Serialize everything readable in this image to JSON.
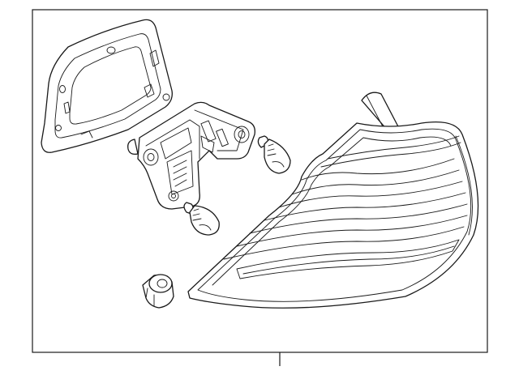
{
  "diagram": {
    "parts": [
      {
        "id": "housing-gasket",
        "icon": "gasket-icon"
      },
      {
        "id": "bulb-socket-carrier",
        "icon": "socket-carrier-icon"
      },
      {
        "id": "bulb-upper",
        "icon": "bulb-icon"
      },
      {
        "id": "bulb-lower",
        "icon": "bulb-icon"
      },
      {
        "id": "mounting-nut",
        "icon": "nut-icon"
      },
      {
        "id": "tail-lamp-assembly",
        "icon": "tail-lamp-icon"
      }
    ],
    "callout_label": ""
  }
}
